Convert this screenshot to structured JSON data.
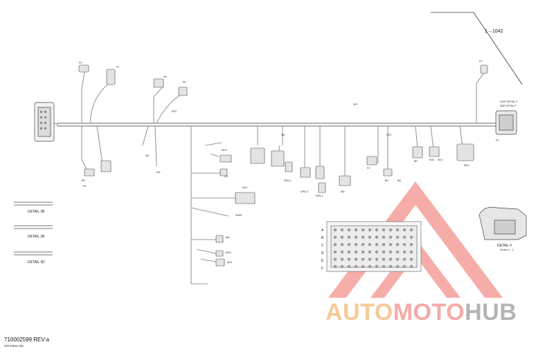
{
  "footer": {
    "code": "710002599 REV:a",
    "sub": "28T1054c-05c"
  },
  "reference": "1→1042",
  "watermark": {
    "part1": "AUTO",
    "part2": "MOTO",
    "part3": "HUB",
    "color1": "#f7c998",
    "color2": "#f4aaa8",
    "color3": "#b4b4b4",
    "triangle_color": "#f6a7a2"
  },
  "connectors": {
    "P2": "P2",
    "P3": "P3",
    "P5": "P5",
    "P7": "P7",
    "P8": "P8",
    "P9": "P9",
    "W1": "W1",
    "W2": "W2",
    "W3": "W3",
    "W4": "W4",
    "MC1": "MC1",
    "MC2": "MC2",
    "SD1": "SD1",
    "SD2": "SD2",
    "MD": "MD",
    "MG": "MG",
    "MG1": "MG1",
    "MG2": "MG2",
    "RD1": "RD1",
    "BP": "BP",
    "BN": "BN",
    "BH": "BH",
    "SWM": "SWM",
    "C5": "C5",
    "F1": "F1",
    "F2": "F2",
    "DPS1": "DPS-1",
    "DPS2": "DPS-2",
    "DPS3": "DPS-3"
  },
  "details": {
    "d1": "DETAIL 2B",
    "d2": "DETAIL 3B",
    "d3": "DETAIL 3D",
    "f_title": "DETAIL F",
    "f_scale": "SCALE 1 : 1",
    "see_detail": "VOIR DETAIL F",
    "see_detail2": "SEE DETAIL F"
  },
  "grid_rows": [
    "A",
    "B",
    "C",
    "D",
    "E",
    "F"
  ],
  "splices": {
    "s1": "SP1",
    "s2": "SP2",
    "s3": "SP3"
  }
}
